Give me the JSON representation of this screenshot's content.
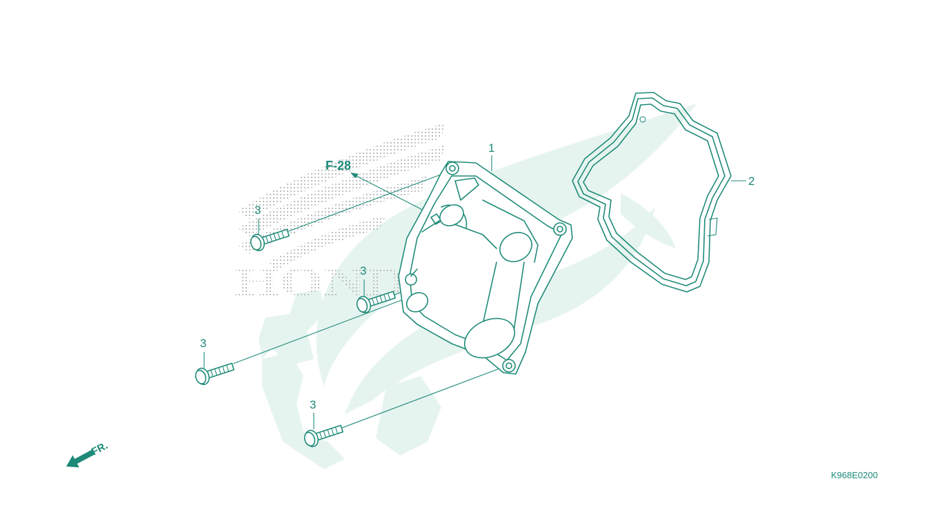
{
  "diagram": {
    "code": "K968E0200",
    "ref_label": "F-28",
    "direction_label": "FR.",
    "part_numbers": {
      "cover": "1",
      "gasket": "2",
      "bolt": "3"
    },
    "watermark": {
      "brand_text": "HONDA",
      "colors": {
        "line": "#1d8a78",
        "watermark_dots": "#b8b8b8",
        "watermark_leaf": "#e6f4ef"
      }
    }
  }
}
